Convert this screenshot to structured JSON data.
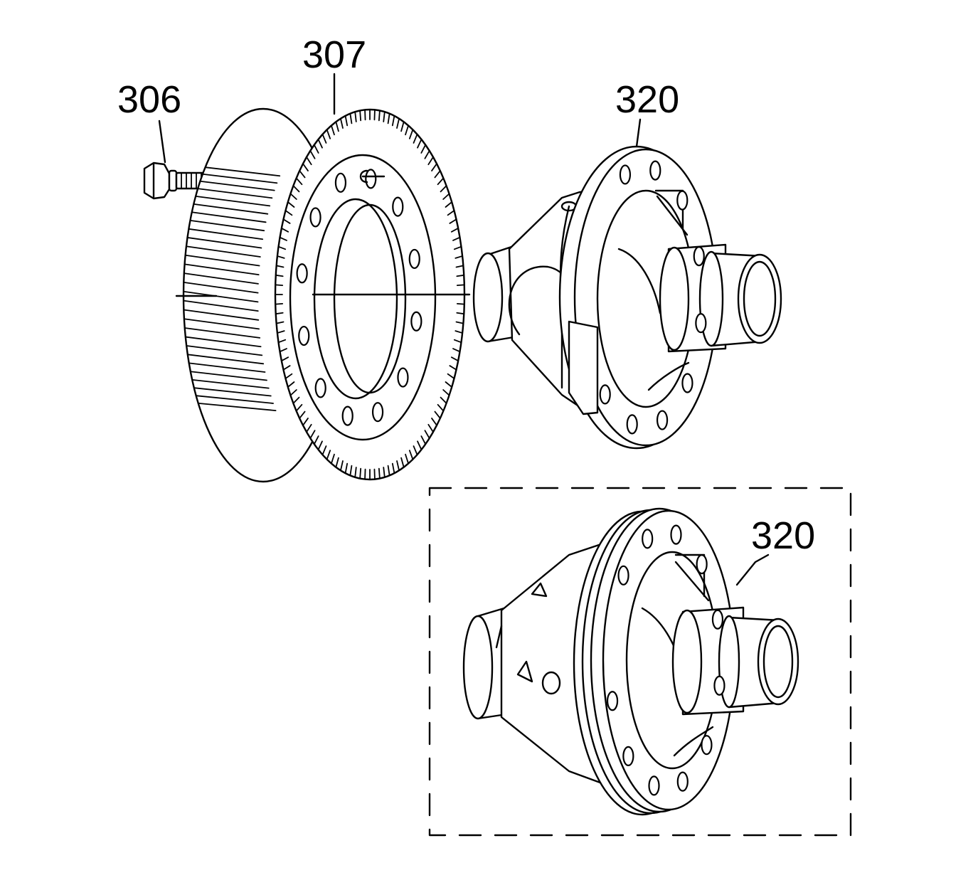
{
  "callouts": {
    "bolt": "306",
    "ring_gear": "307",
    "differential_case": "320",
    "differential_case_alt": "320"
  },
  "colors": {
    "ink": "#000000",
    "background": "#ffffff"
  }
}
